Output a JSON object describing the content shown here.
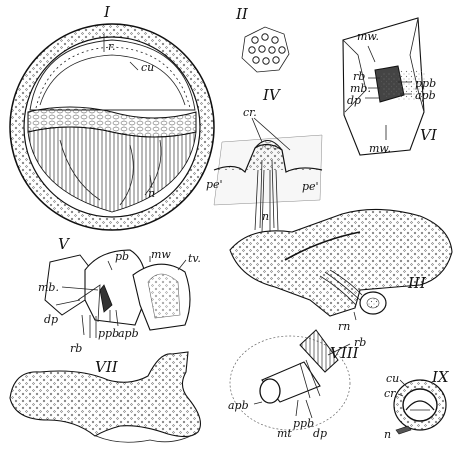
{
  "figures": [
    {
      "id": "I",
      "numeral": "I",
      "labels": [
        {
          "id": "r",
          "text": "r."
        },
        {
          "id": "cu",
          "text": "cu"
        },
        {
          "id": "n",
          "text": "n"
        }
      ]
    },
    {
      "id": "II",
      "numeral": "II",
      "labels": []
    },
    {
      "id": "III",
      "numeral": "III",
      "labels": [
        {
          "id": "rn",
          "text": "rn"
        }
      ]
    },
    {
      "id": "IV",
      "numeral": "IV",
      "labels": [
        {
          "id": "cr",
          "text": "cr."
        },
        {
          "id": "pe1",
          "text": "pe'"
        },
        {
          "id": "n",
          "text": "n"
        },
        {
          "id": "pe2",
          "text": "pe'"
        }
      ]
    },
    {
      "id": "V",
      "numeral": "V",
      "labels": [
        {
          "id": "pb",
          "text": "pb"
        },
        {
          "id": "mw",
          "text": "mw"
        },
        {
          "id": "tv",
          "text": "tv."
        },
        {
          "id": "mb",
          "text": "mb."
        },
        {
          "id": "dp",
          "text": "dp"
        },
        {
          "id": "rb",
          "text": "rb"
        },
        {
          "id": "ppb",
          "text": "ppb"
        },
        {
          "id": "apb",
          "text": "apb"
        }
      ]
    },
    {
      "id": "VI",
      "numeral": "VI",
      "labels": [
        {
          "id": "mw1",
          "text": "mw."
        },
        {
          "id": "rb",
          "text": "rb"
        },
        {
          "id": "mb",
          "text": "mb."
        },
        {
          "id": "dp",
          "text": "dp"
        },
        {
          "id": "ppb",
          "text": "ppb"
        },
        {
          "id": "apb",
          "text": "apb"
        },
        {
          "id": "mw2",
          "text": "mw."
        }
      ]
    },
    {
      "id": "VII",
      "numeral": "VII",
      "labels": []
    },
    {
      "id": "VIII",
      "numeral": "VIII",
      "labels": [
        {
          "id": "rb",
          "text": "rb"
        },
        {
          "id": "apb",
          "text": "apb"
        },
        {
          "id": "ppb",
          "text": "ppb"
        },
        {
          "id": "mt",
          "text": "mt"
        },
        {
          "id": "dp",
          "text": "dp"
        }
      ]
    },
    {
      "id": "IX",
      "numeral": "IX",
      "labels": [
        {
          "id": "cu",
          "text": "cu"
        },
        {
          "id": "cr",
          "text": "cr."
        },
        {
          "id": "n",
          "text": "n"
        }
      ]
    }
  ],
  "colors": {
    "ink": "#111111",
    "paper": "#ffffff"
  }
}
